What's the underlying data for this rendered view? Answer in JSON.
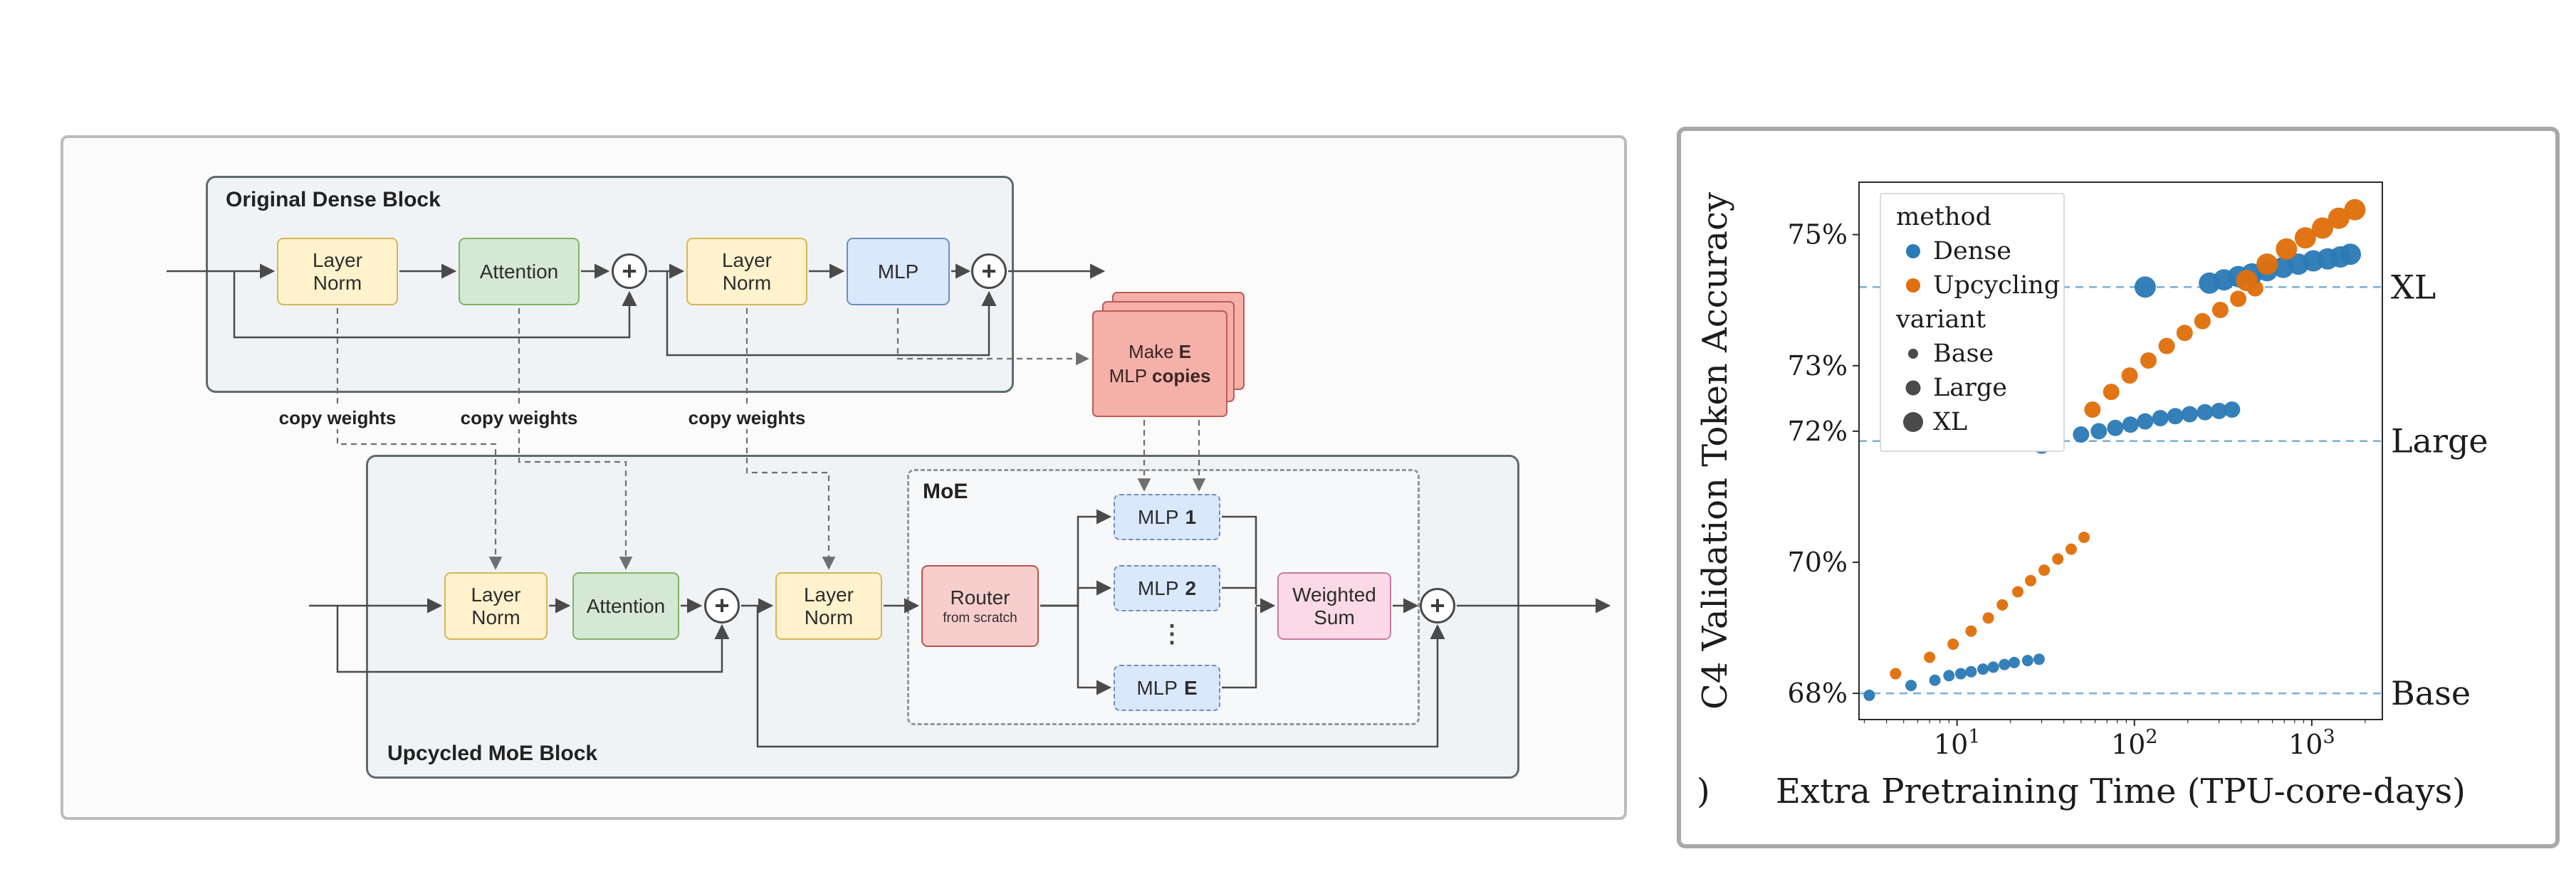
{
  "figure": {
    "left_panel": {
      "dense_block_title": "Original Dense Block",
      "moe_block_title": "Upcycled MoE Block",
      "moe_region_label": "MoE",
      "copy_weights_label": "copy weights",
      "labels": {
        "layer_norm": "Layer\nNorm",
        "attention": "Attention",
        "mlp": "MLP",
        "router": "Router",
        "router_sub": "from scratch",
        "weighted_sum": "Weighted\nSum",
        "expert_1": "1",
        "expert_2": "2",
        "expert_e": "E",
        "dots": "⋮",
        "plus": "+",
        "note_word1": "Make",
        "note_word1_bold": "E",
        "note_word2": "MLP",
        "note_word2_bold": "copies"
      },
      "colors": {
        "layer_norm_fill": "#fff2cc",
        "layer_norm_border": "#d6b656",
        "attention_fill": "#d5e8d4",
        "attention_border": "#82b366",
        "mlp_fill": "#dae8fc",
        "mlp_border": "#6c8ebf",
        "router_fill": "#f8cecc",
        "router_border": "#b85450",
        "weighted_sum_fill": "#fbd9e6",
        "weighted_sum_border": "#c77ba2",
        "note_fill": "#f5b0aa",
        "note_border": "#bf5b53"
      }
    },
    "chart_data": {
      "type": "scatter",
      "xlabel": "Extra Pretraining Time (TPU-core-days)",
      "xlabel_prefix": ")",
      "ylabel": "C4 Validation Token Accuracy",
      "xscale": "log",
      "xlim": [
        2.8,
        2500
      ],
      "ylim": [
        67.6,
        75.8
      ],
      "grid": false,
      "legend_position": "upper-left",
      "xticks": [
        {
          "value": 10,
          "base": "10",
          "exp": "1"
        },
        {
          "value": 100,
          "base": "10",
          "exp": "2"
        },
        {
          "value": 1000,
          "base": "10",
          "exp": "3"
        }
      ],
      "yticks": [
        {
          "value": 75,
          "label": "75%"
        },
        {
          "value": 73,
          "label": "73%"
        },
        {
          "value": 72,
          "label": "72%"
        },
        {
          "value": 70,
          "label": "70%"
        },
        {
          "value": 68,
          "label": "68%"
        }
      ],
      "hline_color": "#7eb2d8",
      "hlines": [
        {
          "y": 74.2,
          "label": "XL"
        },
        {
          "y": 71.85,
          "label": "Large"
        },
        {
          "y": 68.0,
          "label": "Base"
        }
      ],
      "legend": {
        "method_title": "method",
        "variant_title": "variant",
        "methods": [
          {
            "name": "Dense",
            "color": "#2d7bb6"
          },
          {
            "name": "Upcycling",
            "color": "#e06f0d"
          }
        ],
        "variants": [
          {
            "name": "Base",
            "size": 7
          },
          {
            "name": "Large",
            "size": 10.5
          },
          {
            "name": "XL",
            "size": 14
          }
        ]
      },
      "series": [
        {
          "method": "Dense",
          "variant": "Base",
          "color": "#2d7bb6",
          "marker_r": 8,
          "points": [
            [
              3.2,
              67.97
            ],
            [
              5.5,
              68.12
            ],
            [
              7.5,
              68.2
            ],
            [
              9,
              68.27
            ],
            [
              10.5,
              68.3
            ],
            [
              12,
              68.33
            ],
            [
              14,
              68.37
            ],
            [
              16,
              68.4
            ],
            [
              18.5,
              68.44
            ],
            [
              21,
              68.47
            ],
            [
              25,
              68.5
            ],
            [
              29,
              68.52
            ]
          ]
        },
        {
          "method": "Upcycling",
          "variant": "Base",
          "color": "#e06f0d",
          "marker_r": 8,
          "points": [
            [
              4.5,
              68.3
            ],
            [
              7,
              68.55
            ],
            [
              9.5,
              68.75
            ],
            [
              12,
              68.95
            ],
            [
              15,
              69.15
            ],
            [
              18,
              69.35
            ],
            [
              22,
              69.55
            ],
            [
              26,
              69.72
            ],
            [
              31,
              69.88
            ],
            [
              37,
              70.05
            ],
            [
              44,
              70.2
            ],
            [
              52,
              70.38
            ]
          ]
        },
        {
          "method": "Dense",
          "variant": "Large",
          "color": "#2d7bb6",
          "marker_r": 11.5,
          "points": [
            [
              30,
              71.78
            ],
            [
              50,
              71.95
            ],
            [
              63,
              72.0
            ],
            [
              78,
              72.05
            ],
            [
              95,
              72.1
            ],
            [
              115,
              72.15
            ],
            [
              140,
              72.2
            ],
            [
              170,
              72.23
            ],
            [
              205,
              72.26
            ],
            [
              250,
              72.29
            ],
            [
              300,
              72.31
            ],
            [
              355,
              72.33
            ]
          ]
        },
        {
          "method": "Upcycling",
          "variant": "Large",
          "color": "#e06f0d",
          "marker_r": 11.5,
          "points": [
            [
              58,
              72.33
            ],
            [
              74,
              72.6
            ],
            [
              94,
              72.85
            ],
            [
              120,
              73.08
            ],
            [
              152,
              73.3
            ],
            [
              192,
              73.5
            ],
            [
              242,
              73.68
            ],
            [
              305,
              73.85
            ],
            [
              385,
              74.02
            ],
            [
              480,
              74.18
            ]
          ]
        },
        {
          "method": "Dense",
          "variant": "XL",
          "color": "#2d7bb6",
          "marker_r": 15,
          "points": [
            [
              115,
              74.2
            ],
            [
              265,
              74.26
            ],
            [
              320,
              74.31
            ],
            [
              385,
              74.36
            ],
            [
              460,
              74.4
            ],
            [
              560,
              74.45
            ],
            [
              690,
              74.5
            ],
            [
              840,
              74.55
            ],
            [
              1020,
              74.6
            ],
            [
              1230,
              74.63
            ],
            [
              1450,
              74.66
            ],
            [
              1650,
              74.7
            ]
          ]
        },
        {
          "method": "Upcycling",
          "variant": "XL",
          "color": "#e06f0d",
          "marker_r": 15,
          "points": [
            [
              430,
              74.3
            ],
            [
              560,
              74.55
            ],
            [
              720,
              74.78
            ],
            [
              920,
              74.95
            ],
            [
              1150,
              75.1
            ],
            [
              1420,
              75.25
            ],
            [
              1750,
              75.38
            ]
          ]
        }
      ]
    }
  }
}
